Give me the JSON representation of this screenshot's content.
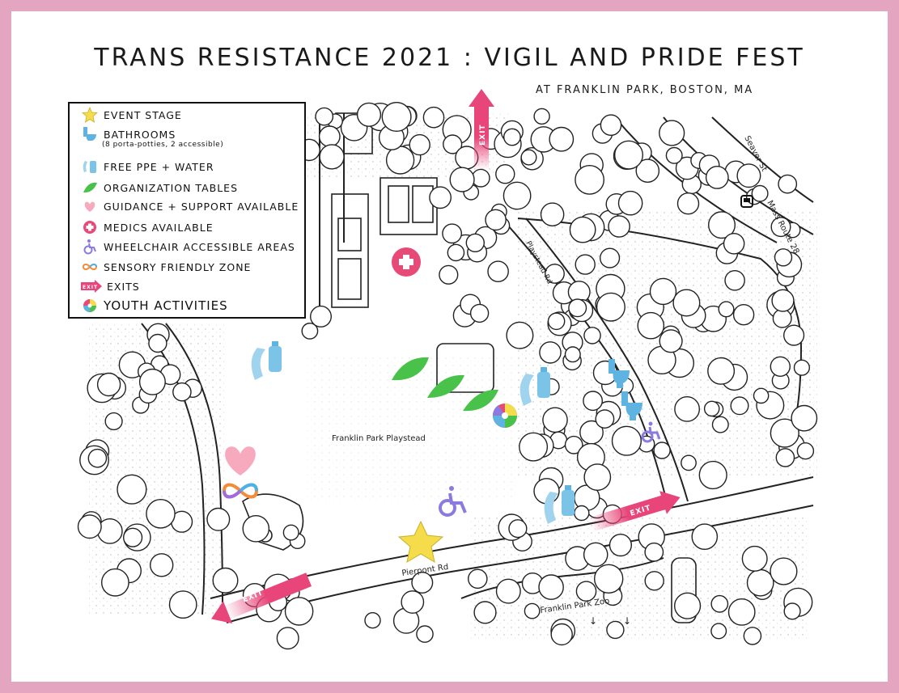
{
  "title": "TRANS RESISTANCE 2021 : VIGIL AND PRIDE FEST",
  "subtitle": "AT FRANKLIN PARK, BOSTON, MA",
  "legend": {
    "items": [
      {
        "icon": "star-icon",
        "label": "EVENT STAGE"
      },
      {
        "icon": "toilet-icon",
        "label": "BATHROOMS",
        "note": "(8 porta-potties, 2 accessible)"
      },
      {
        "icon": "mask-water-icon",
        "label": "FREE PPE + WATER"
      },
      {
        "icon": "leaf-icon",
        "label": "ORGANIZATION TABLES"
      },
      {
        "icon": "heart-icon",
        "label": "GUIDANCE + SUPPORT AVAILABLE"
      },
      {
        "icon": "medic-cross-icon",
        "label": "MEDICS AVAILABLE"
      },
      {
        "icon": "wheelchair-icon",
        "label": "WHEELCHAIR ACCESSIBLE AREAS"
      },
      {
        "icon": "infinity-icon",
        "label": "SENSORY FRIENDLY ZONE"
      },
      {
        "icon": "exit-arrow-icon",
        "label": "EXITS",
        "badge": "EXIT"
      },
      {
        "icon": "color-wheel-icon",
        "label": "YOUTH ACTIVITIES"
      }
    ]
  },
  "map_labels": {
    "playstead": "Franklin Park Playstead",
    "pierpont": "Pierpont Rd",
    "zoo": "Franklin Park Zoo",
    "seaver": "Seaver St",
    "route28": "Mass Route 28",
    "playstead_rd": "Playstead Rd",
    "exit": "EXIT"
  },
  "colors": {
    "frame": "#e3a5c0",
    "exit_pink": "#e8457a",
    "medic_pink": "#e84a78",
    "leaf_green": "#49c24a",
    "star_yellow": "#f5dc4a",
    "toilet_blue": "#5fb3e0",
    "wheelchair_purple": "#8b7ae0",
    "heart_pink": "#f7a9bd"
  }
}
